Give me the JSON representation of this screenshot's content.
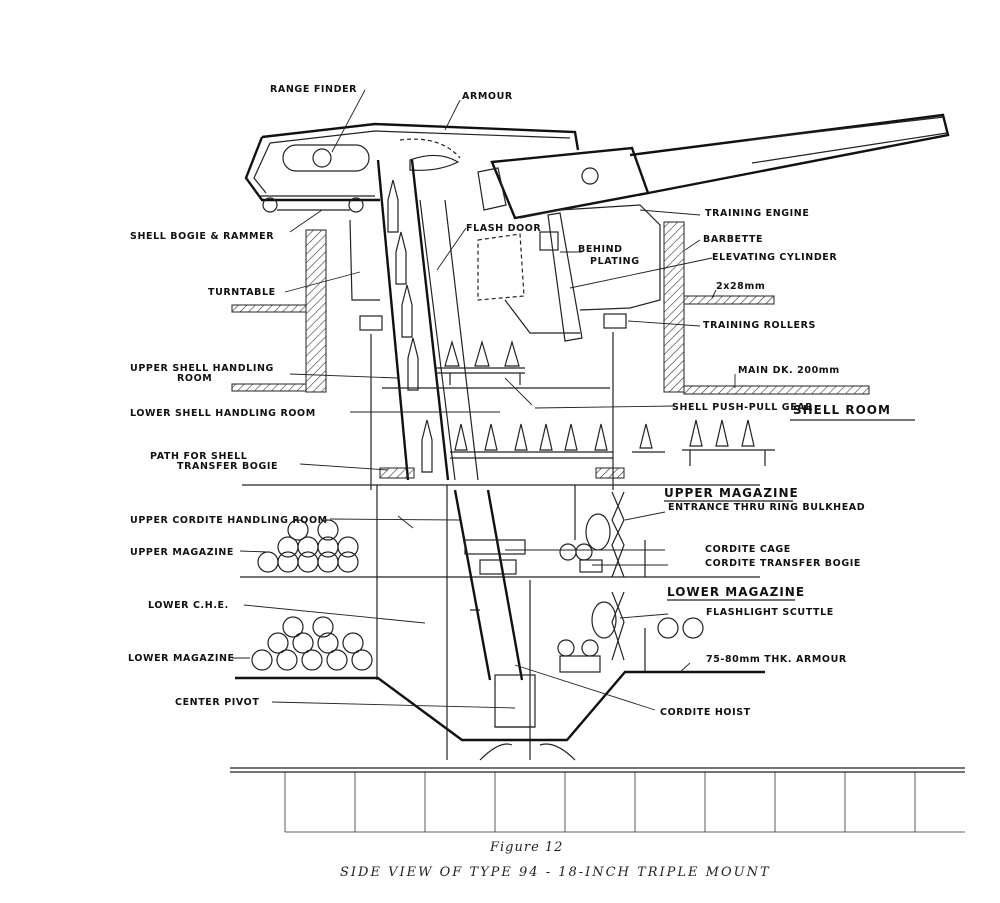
{
  "labels": {
    "range_finder": "RANGE FINDER",
    "armour": "ARMOUR",
    "shell_bogie_rammer": "SHELL BOGIE & RAMMER",
    "flash_door": "FLASH DOOR",
    "training_engine": "TRAINING ENGINE",
    "behind_plating_1": "BEHIND",
    "behind_plating_2": "PLATING",
    "barbette": "BARBETTE",
    "elevating_cylinder": "ELEVATING CYLINDER",
    "turntable": "TURNTABLE",
    "plating_2x28": "2x28mm",
    "training_rollers": "TRAINING ROLLERS",
    "upper_shell_handling_1": "UPPER SHELL HANDLING",
    "upper_shell_handling_2": "ROOM",
    "main_deck": "MAIN DK. 200mm",
    "lower_shell_handling": "LOWER SHELL HANDLING ROOM",
    "shell_push_pull": "SHELL PUSH-PULL GEAR",
    "shell_room": "SHELL ROOM",
    "path_shell_1": "PATH FOR SHELL",
    "path_shell_2": "TRANSFER BOGIE",
    "upper_magazine_heading": "UPPER MAGAZINE",
    "entrance_ring": "ENTRANCE THRU RING BULKHEAD",
    "upper_cordite_room": "UPPER CORDITE HANDLING ROOM",
    "upper_magazine": "UPPER MAGAZINE",
    "cordite_cage": "CORDITE CAGE",
    "cordite_transfer": "CORDITE TRANSFER BOGIE",
    "lower_che": "LOWER C.H.E.",
    "lower_magazine_heading": "LOWER MAGAZINE",
    "flashlight_scuttle": "FLASHLIGHT SCUTTLE",
    "lower_magazine": "LOWER MAGAZINE",
    "armour_75_80": "75-80mm THK. ARMOUR",
    "center_pivot": "CENTER PIVOT",
    "cordite_hoist": "CORDITE HOIST"
  },
  "caption": {
    "figure": "Figure 12",
    "title": "SIDE VIEW OF TYPE 94 - 18-INCH TRIPLE MOUNT"
  }
}
